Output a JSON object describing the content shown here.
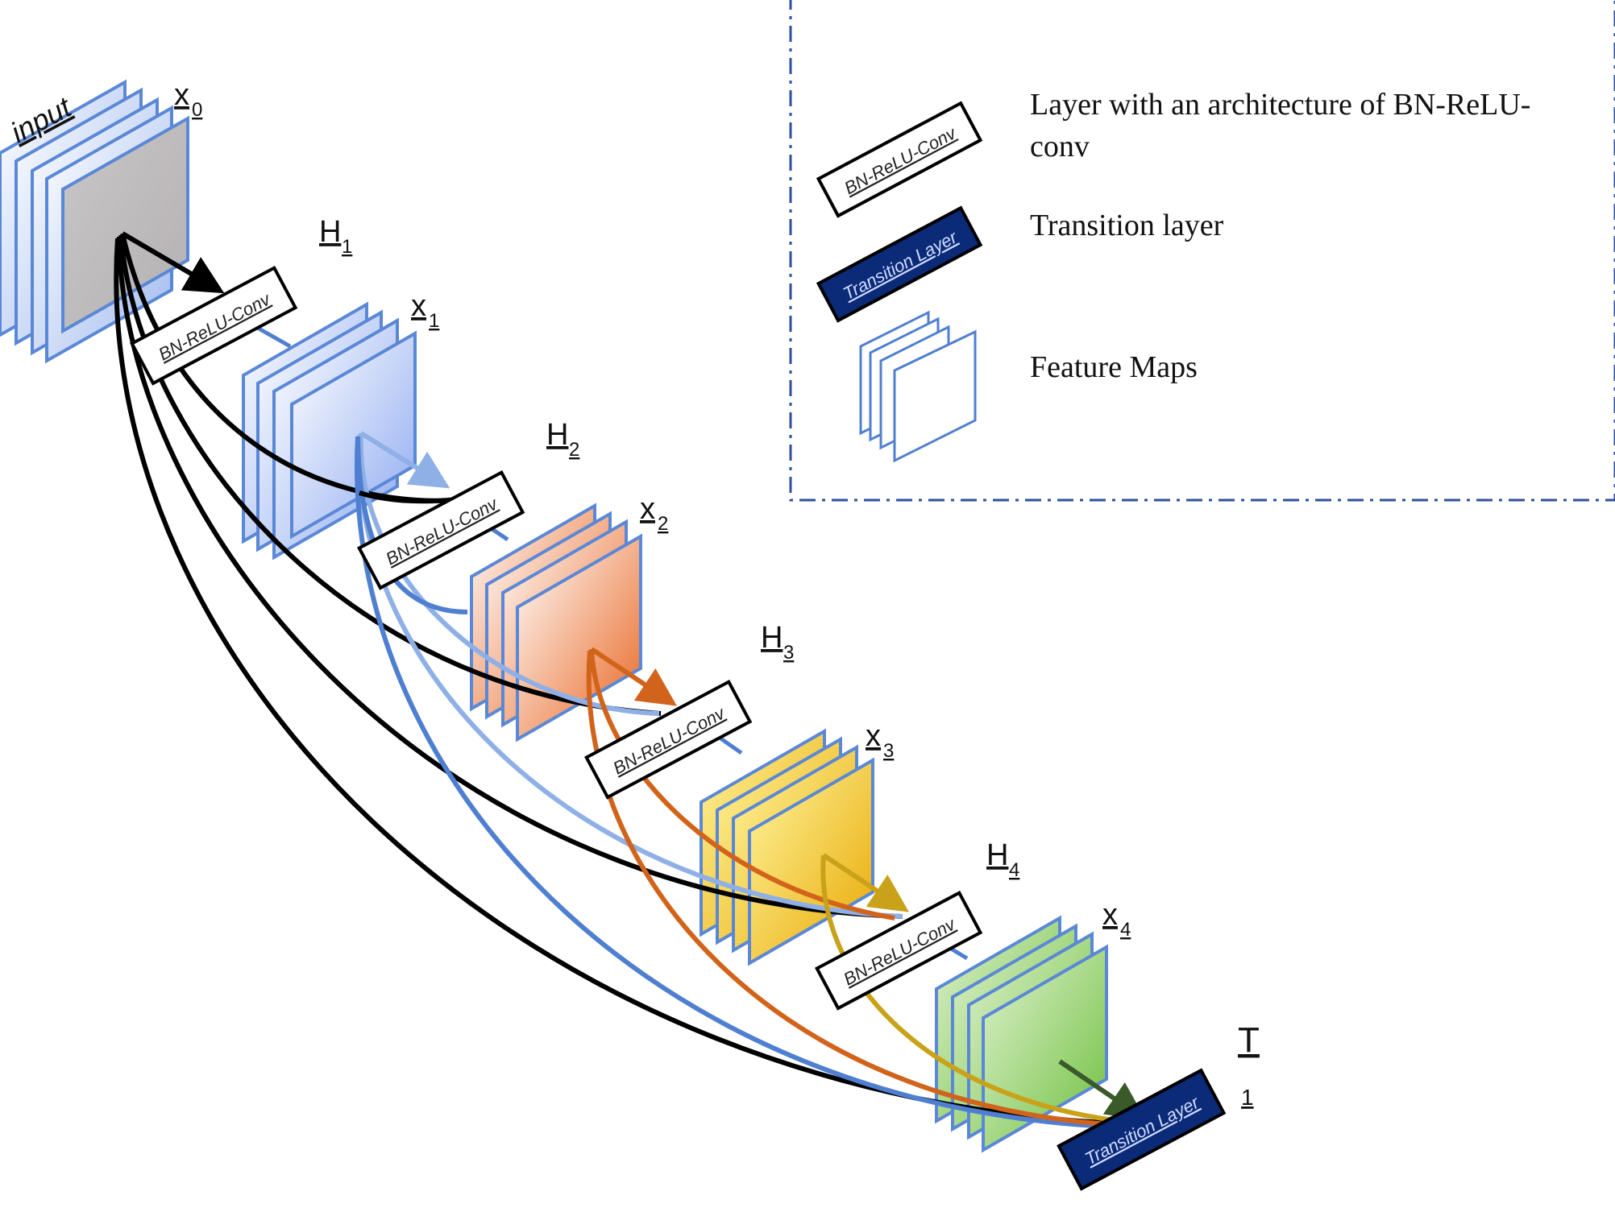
{
  "diagram": {
    "input_label": "input",
    "feature_blocks": [
      {
        "label": "x",
        "sub": "0"
      },
      {
        "label": "x",
        "sub": "1"
      },
      {
        "label": "x",
        "sub": "2"
      },
      {
        "label": "x",
        "sub": "3"
      },
      {
        "label": "x",
        "sub": "4"
      }
    ],
    "conv_layers": [
      {
        "label": "H",
        "sub": "1",
        "box_text": "BN-ReLU-Conv"
      },
      {
        "label": "H",
        "sub": "2",
        "box_text": "BN-ReLU-Conv"
      },
      {
        "label": "H",
        "sub": "3",
        "box_text": "BN-ReLU-Conv"
      },
      {
        "label": "H",
        "sub": "4",
        "box_text": "BN-ReLU-Conv"
      }
    ],
    "transition": {
      "label": "T",
      "sub": "1",
      "box_text": "Transition Layer"
    },
    "colors": {
      "blue": "#4f7fd0",
      "light_blue": "#8fb0e6",
      "orange": "#d2631a",
      "yellow": "#c9a21a",
      "green_dark": "#3a5a2a",
      "black": "#000000",
      "navy": "#0b2a78"
    }
  },
  "legend": {
    "items": [
      {
        "icon": "BN-ReLU-Conv",
        "text_line1": "Layer with an architecture of BN-ReLU-",
        "text_line2": "conv"
      },
      {
        "icon": "Transition Layer",
        "text_line1": "Transition layer"
      },
      {
        "text_line1": "Feature Maps"
      }
    ]
  }
}
